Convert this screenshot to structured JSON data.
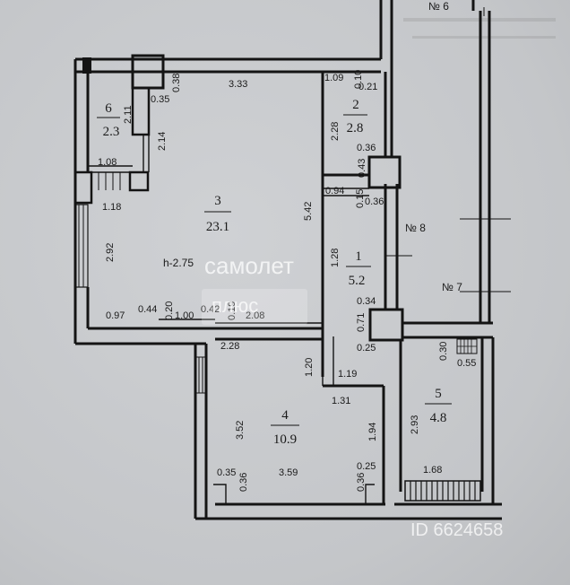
{
  "rooms": [
    {
      "number": "6",
      "area": "2.3"
    },
    {
      "number": "2",
      "area": "2.8"
    },
    {
      "number": "3",
      "area": "23.1"
    },
    {
      "number": "1",
      "area": "5.2"
    },
    {
      "number": "4",
      "area": "10.9"
    },
    {
      "number": "5",
      "area": "4.8"
    }
  ],
  "height_label": "h-2.75",
  "neighbors": [
    "№ 6",
    "№ 8",
    "№ 7"
  ],
  "dimensions": {
    "d333": "3.33",
    "d109": "1.09",
    "d021": "0.21",
    "d010": "0.10",
    "d035": "0.35",
    "d038": "0.38",
    "d211": "2.11",
    "d214": "2.14",
    "d108": "1.08",
    "d118": "1.18",
    "d228a": "2.28",
    "d036a": "0.36",
    "d043": "0.43",
    "d094": "0.94",
    "d015": "0.15",
    "d036b": "0.36",
    "d542": "5.42",
    "d292": "2.92",
    "d128": "1.28",
    "d034": "0.34",
    "d097": "0.97",
    "d044": "0.44",
    "d020": "0.20",
    "d100": "1.00",
    "d042": "0.42",
    "d019": "0.19",
    "d208": "2.08",
    "d071": "0.71",
    "d025a": "0.25",
    "d228b": "2.28",
    "d120": "1.20",
    "d119": "1.19",
    "d131": "1.31",
    "d030": "0.30",
    "d055": "0.55",
    "d352": "3.52",
    "d194": "1.94",
    "d293": "2.93",
    "d035b": "0.35",
    "d036c": "0.36",
    "d359": "3.59",
    "d025b": "0.25",
    "d036d": "0.36",
    "d168": "1.68"
  },
  "watermark": {
    "brand": "самолет",
    "sub": "плюс",
    "id": "ID 6624658"
  }
}
